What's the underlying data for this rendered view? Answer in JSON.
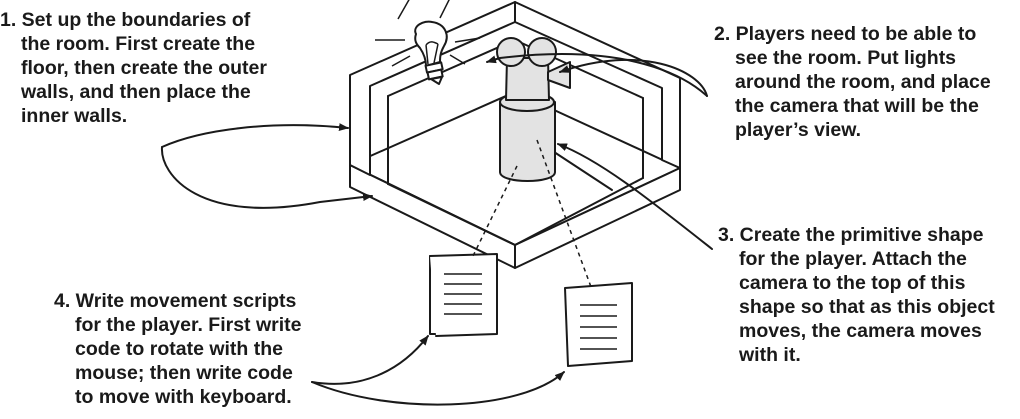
{
  "steps": [
    {
      "id": "boundaries",
      "lines": [
        "1. Set up the boundaries of",
        "the room. First create the",
        "floor, then create the outer",
        "walls, and then place the",
        "inner walls."
      ]
    },
    {
      "id": "lights-camera",
      "lines": [
        "2. Players need to be able to",
        "see the room. Put lights",
        "around the room, and place",
        "the camera that will be the",
        "player’s view."
      ]
    },
    {
      "id": "player-shape",
      "lines": [
        "3. Create the primitive shape",
        "for the player. Attach the",
        "camera to the top of this",
        "shape so that as this object",
        "moves, the camera moves",
        "with it."
      ]
    },
    {
      "id": "movement-scripts",
      "lines": [
        "4. Write movement scripts",
        "for the player. First write",
        "code to rotate with the",
        "mouse; then write code",
        "to move with keyboard."
      ]
    }
  ],
  "icons": [
    "light-bulb-icon",
    "camera-icon",
    "script-document-icon"
  ],
  "colors": {
    "ink": "#1a1a1a",
    "fill_gray": "#e3e3e3",
    "paper": "#ffffff"
  }
}
